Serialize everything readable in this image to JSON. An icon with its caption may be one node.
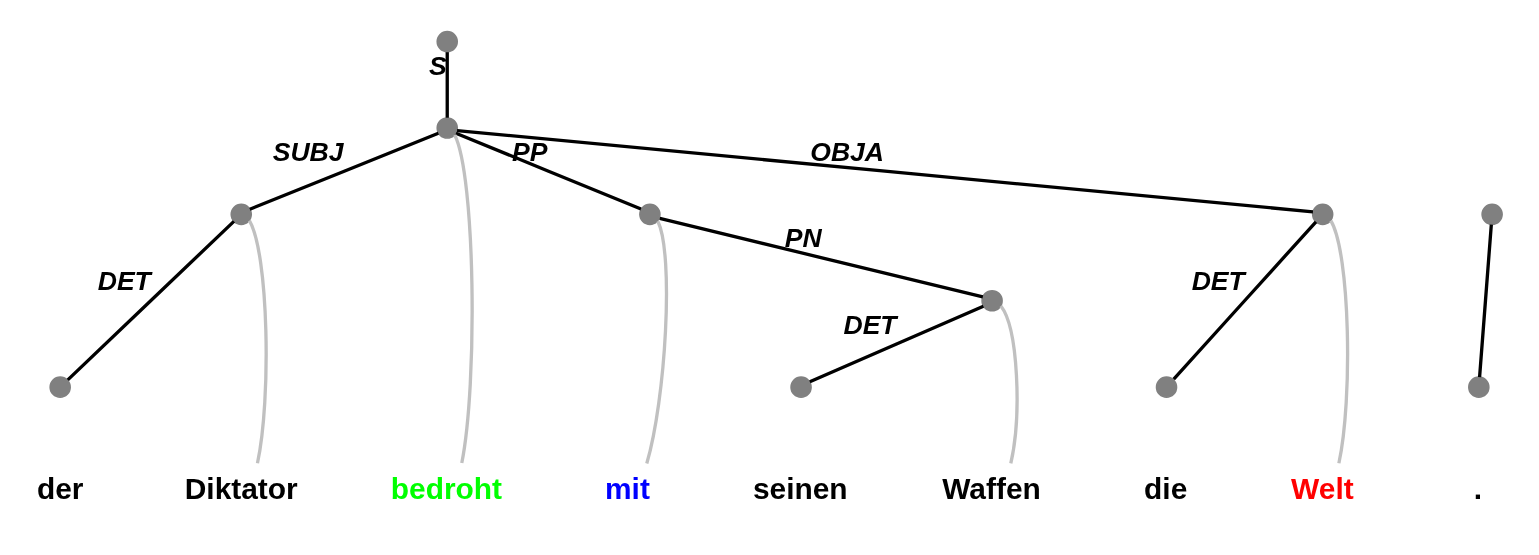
{
  "diagram": {
    "nodes": [
      {
        "text": [],
        "shape": "circle"
      },
      {
        "text": [],
        "shape": "circle"
      },
      {
        "text": [],
        "shape": "circle"
      },
      {
        "text": [],
        "shape": "circle"
      },
      {
        "text": [],
        "shape": "circle"
      },
      {
        "text": [],
        "shape": "circle"
      },
      {
        "text": [],
        "shape": "circle"
      },
      {
        "text": [],
        "shape": "circle"
      },
      {
        "text": [],
        "shape": "circle"
      },
      {
        "text": [],
        "shape": "circle"
      },
      {
        "text": [],
        "shape": "circle"
      },
      {
        "text": [
          "der"
        ]
      },
      {
        "text": [
          "Diktator"
        ]
      },
      {
        "text": [
          "bedroht"
        ]
      },
      {
        "text": [
          "mit"
        ]
      },
      {
        "text": [
          "seinen"
        ]
      },
      {
        "text": [
          "Waffen"
        ]
      },
      {
        "text": [
          "die"
        ]
      },
      {
        "text": [
          "Welt"
        ]
      },
      {
        "text": [
          "."
        ]
      }
    ],
    "edges": [
      {
        "from": 0,
        "to": 1,
        "arrow": "none",
        "label": "S"
      },
      {
        "from": 1,
        "to": 2,
        "arrow": "none",
        "label": "SUBJ"
      },
      {
        "from": 1,
        "to": 3,
        "arrow": "none",
        "label": "PP"
      },
      {
        "from": 1,
        "to": 4,
        "arrow": "none",
        "label": "OBJA"
      },
      {
        "from": 2,
        "to": 7,
        "arrow": "none",
        "label": "DET"
      },
      {
        "from": 3,
        "to": 5,
        "arrow": "none",
        "label": "PN"
      },
      {
        "from": 5,
        "to": 8,
        "arrow": "none",
        "label": "DET"
      },
      {
        "from": 4,
        "to": 9,
        "arrow": "none",
        "label": "DET"
      },
      {
        "from": 6,
        "to": 10,
        "arrow": "none"
      },
      {
        "from": 2,
        "to": 12,
        "arrow": "none",
        "color": "#c0c0c0"
      },
      {
        "from": 1,
        "to": 13,
        "arrow": "none",
        "color": "#c0c0c0"
      },
      {
        "from": 3,
        "to": 14,
        "arrow": "none",
        "color": "#c0c0c0"
      },
      {
        "from": 5,
        "to": 16,
        "arrow": "none",
        "color": "#c0c0c0"
      },
      {
        "from": 4,
        "to": 18,
        "arrow": "none",
        "color": "#c0c0c0"
      }
    ]
  }
}
